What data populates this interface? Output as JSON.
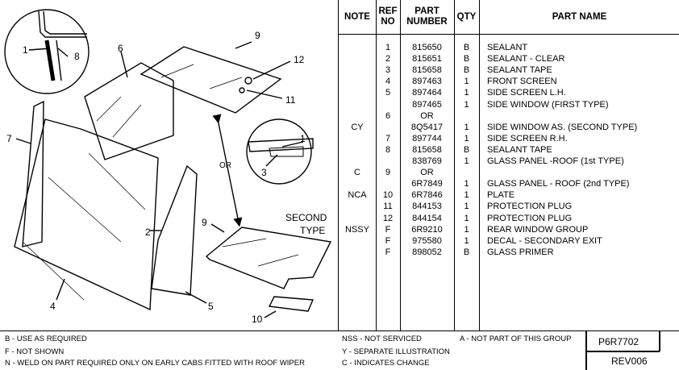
{
  "diagram": {
    "callouts": [
      "1",
      "8",
      "6",
      "9",
      "12",
      "11",
      "7",
      "1",
      "3",
      "2",
      "5",
      "4",
      "9",
      "10"
    ],
    "or_label": "OR",
    "second_type_line1": "SECOND",
    "second_type_line2": "TYPE"
  },
  "table": {
    "headers": {
      "note": "NOTE",
      "ref_line1": "REF",
      "ref_line2": "NO",
      "part_line1": "PART",
      "part_line2": "NUMBER",
      "qty": "QTY",
      "name": "PART NAME"
    },
    "rows": [
      {
        "note": "",
        "ref": "1",
        "part": "815650",
        "qty": "B",
        "name": "SEALANT"
      },
      {
        "note": "",
        "ref": "2",
        "part": "815651",
        "qty": "B",
        "name": "SEALANT -  CLEAR"
      },
      {
        "note": "",
        "ref": "3",
        "part": "815658",
        "qty": "B",
        "name": "SEALANT TAPE"
      },
      {
        "note": "",
        "ref": "4",
        "part": "897463",
        "qty": "1",
        "name": "FRONT SCREEN"
      },
      {
        "note": "",
        "ref": "5",
        "part": "897464",
        "qty": "1",
        "name": "SIDE SCREEN L.H."
      },
      {
        "note": "",
        "ref": "",
        "part": "897465",
        "qty": "1",
        "name": "SIDE WINDOW (FIRST TYPE)"
      },
      {
        "note": "",
        "ref": "6",
        "part": "OR",
        "qty": "",
        "name": ""
      },
      {
        "note": "CY",
        "ref": "",
        "part": "8Q5417",
        "qty": "1",
        "name": "SIDE WINDOW AS. (SECOND TYPE)"
      },
      {
        "note": "",
        "ref": "7",
        "part": "897744",
        "qty": "1",
        "name": "SIDE SCREEN R.H."
      },
      {
        "note": "",
        "ref": "8",
        "part": "815658",
        "qty": "B",
        "name": "SEALANT TAPE"
      },
      {
        "note": "",
        "ref": "",
        "part": "838769",
        "qty": "1",
        "name": "GLASS PANEL -ROOF (1st TYPE)"
      },
      {
        "note": "C",
        "ref": "9",
        "part": "OR",
        "qty": "",
        "name": ""
      },
      {
        "note": "",
        "ref": "",
        "part": "6R7849",
        "qty": "1",
        "name": "GLASS PANEL - ROOF (2nd TYPE)"
      },
      {
        "note": "NCA",
        "ref": "10",
        "part": "6R7846",
        "qty": "1",
        "name": "PLATE"
      },
      {
        "note": "",
        "ref": "11",
        "part": "844153",
        "qty": "1",
        "name": "PROTECTION PLUG"
      },
      {
        "note": "",
        "ref": "12",
        "part": "844154",
        "qty": "1",
        "name": "PROTECTION PLUG"
      },
      {
        "note": "NSSY",
        "ref": "F",
        "part": "6R9210",
        "qty": "1",
        "name": "REAR WINDOW GROUP"
      },
      {
        "note": "",
        "ref": "F",
        "part": "975580",
        "qty": "1",
        "name": "DECAL - SECONDARY EXIT"
      },
      {
        "note": "",
        "ref": "F",
        "part": "898052",
        "qty": "B",
        "name": "GLASS PRIMER"
      }
    ]
  },
  "footer": {
    "legend_b": "B - USE  AS REQUIRED",
    "legend_f": "F - NOT SHOWN",
    "legend_n": "N - WELD ON PART REQUIRED  ONLY ON EARLY CABS FITTED WITH ROOF WIPER",
    "legend_nss": "NSS - NOT SERVICED",
    "legend_y": "Y - SEPARATE ILLUSTRATION",
    "legend_c": "C - INDICATES CHANGE",
    "legend_a": "A - NOT PART OF THIS GROUP",
    "drawing_number": "P6R7702",
    "revision": "REV006"
  }
}
